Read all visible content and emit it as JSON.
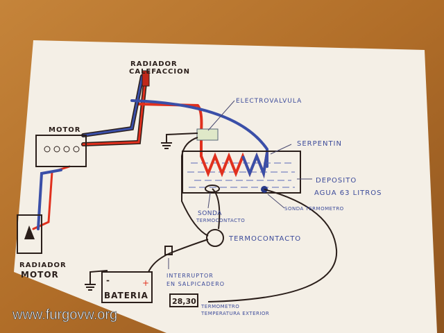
{
  "labels": {
    "radiador_calefaccion_1": "RADIADOR",
    "radiador_calefaccion_2": "CALEFACCION",
    "electrovalvula": "ELECTROVALVULA",
    "motor": "MOTOR",
    "serpentin": "SERPENTIN",
    "deposito_1": "DEPOSITO",
    "deposito_2": "AGUA 63 LITROS",
    "sonda_termocontacto_1": "SONDA",
    "sonda_termocontacto_2": "TERMOCONTACTO",
    "sonda_termometro": "SONDA TERMOMETRO",
    "termocontacto": "TERMOCONTACTO",
    "radiador_motor_1": "RADIADOR",
    "radiador_motor_2": "MOTOR",
    "interruptor_1": "INTERRUPTOR",
    "interruptor_2": "EN SALPICADERO",
    "bateria": "BATERIA",
    "bateria_minus": "-",
    "bateria_plus": "+",
    "termometro_display": "28,30",
    "termometro_1": "TERMOMETRO",
    "termometro_2": "TEMPERATURA EXTERIOR"
  },
  "watermark": "www.furgovw.org",
  "colors": {
    "hot": "#e0301e",
    "cold": "#3a4fa8",
    "wire": "#2a1e1a",
    "paper": "#f4efe6",
    "wood": "#b7772f"
  }
}
